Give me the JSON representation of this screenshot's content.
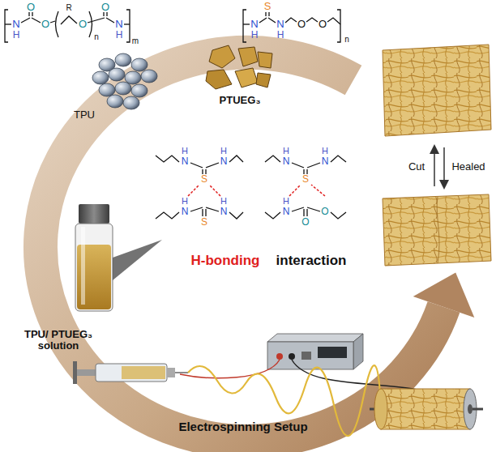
{
  "diagram": {
    "labels": [
      "N",
      "H",
      "O",
      "O",
      "R",
      "O",
      "n",
      "O",
      "N",
      "H",
      "m",
      "N",
      "H",
      "S",
      "N",
      "H",
      "O",
      "O",
      "n",
      "TPU",
      "PTUEG₃",
      "TPU/ PTUEG₃ solution",
      "H",
      "N",
      "S",
      "H",
      "N",
      "H",
      "N",
      "S",
      "H",
      "N",
      "H",
      "N",
      "S",
      "H",
      "N",
      "H",
      "N",
      "O",
      "O",
      "H-bonding",
      "interaction",
      "Cut",
      "Healed",
      "Electrospinning Setup"
    ]
  }
}
